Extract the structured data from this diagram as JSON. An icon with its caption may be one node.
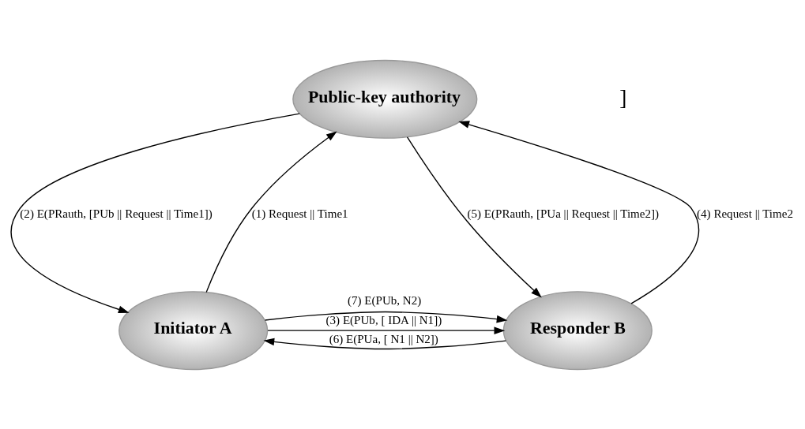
{
  "diagram": {
    "nodes": [
      {
        "text": [
          "Public-key authority"
        ]
      },
      {
        "text": [
          "Initiator A"
        ]
      },
      {
        "text": [
          "Responder B"
        ]
      }
    ],
    "edges": [
      {
        "from": 1,
        "to": 0,
        "arrow": "to",
        "label": "(1) Request || Time1"
      },
      {
        "from": 0,
        "to": 1,
        "arrow": "to",
        "label": "(2) E(PRauth, [PUb || Request || Time1])"
      },
      {
        "from": 1,
        "to": 2,
        "arrow": "to",
        "label": "(3) E(PUb, [ IDA || N1])"
      },
      {
        "from": 2,
        "to": 0,
        "arrow": "to",
        "label": "(4) Request || Time2"
      },
      {
        "from": 0,
        "to": 2,
        "arrow": "to",
        "label": "(5) E(PRauth, [PUa || Request || Time2])"
      },
      {
        "from": 2,
        "to": 1,
        "arrow": "to",
        "label": "(6) E(PUa, [ N1 || N2])"
      },
      {
        "from": 1,
        "to": 2,
        "arrow": "to",
        "label": "(7) E(PUb, N2)"
      }
    ],
    "labels": [
      "]"
    ]
  }
}
